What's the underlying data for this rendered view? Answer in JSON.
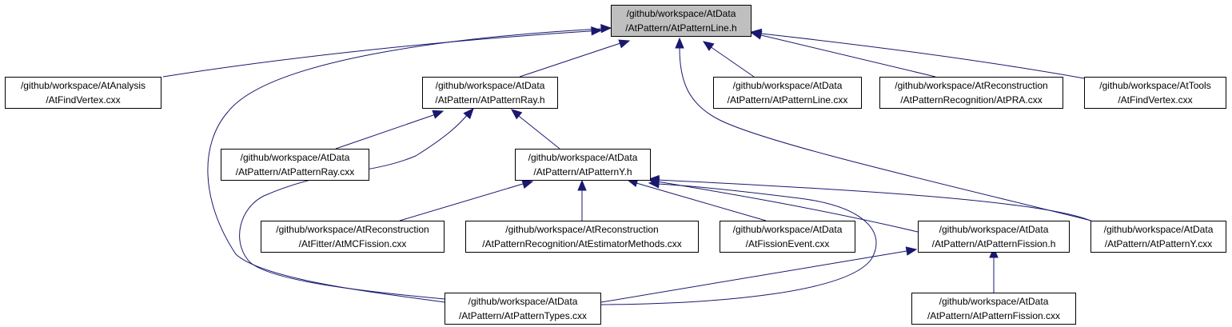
{
  "colors": {
    "edge": "#191970",
    "current_node_fill": "#bfbfbf",
    "node_border": "#000000"
  },
  "nodes": [
    {
      "id": "n0",
      "lines": [
        "/github/workspace/AtData",
        "/AtPattern/AtPatternLine.h"
      ],
      "current": true
    },
    {
      "id": "n1",
      "lines": [
        "/github/workspace/AtAnalysis",
        "/AtFindVertex.cxx"
      ]
    },
    {
      "id": "n2",
      "lines": [
        "/github/workspace/AtData",
        "/AtPattern/AtPatternRay.h"
      ]
    },
    {
      "id": "n3",
      "lines": [
        "/github/workspace/AtData",
        "/AtPattern/AtPatternLine.cxx"
      ]
    },
    {
      "id": "n4",
      "lines": [
        "/github/workspace/AtReconstruction",
        "/AtPatternRecognition/AtPRA.cxx"
      ]
    },
    {
      "id": "n5",
      "lines": [
        "/github/workspace/AtTools",
        "/AtFindVertex.cxx"
      ]
    },
    {
      "id": "n6",
      "lines": [
        "/github/workspace/AtData",
        "/AtPattern/AtPatternRay.cxx"
      ]
    },
    {
      "id": "n7",
      "lines": [
        "/github/workspace/AtData",
        "/AtPattern/AtPatternY.h"
      ]
    },
    {
      "id": "n8",
      "lines": [
        "/github/workspace/AtReconstruction",
        "/AtFitter/AtMCFission.cxx"
      ]
    },
    {
      "id": "n9",
      "lines": [
        "/github/workspace/AtReconstruction",
        "/AtPatternRecognition/AtEstimatorMethods.cxx"
      ]
    },
    {
      "id": "n10",
      "lines": [
        "/github/workspace/AtData",
        "/AtFissionEvent.cxx"
      ]
    },
    {
      "id": "n11",
      "lines": [
        "/github/workspace/AtData",
        "/AtPattern/AtPatternFission.h"
      ]
    },
    {
      "id": "n12",
      "lines": [
        "/github/workspace/AtData",
        "/AtPattern/AtPatternY.cxx"
      ]
    },
    {
      "id": "n13",
      "lines": [
        "/github/workspace/AtData",
        "/AtPattern/AtPatternTypes.cxx"
      ]
    },
    {
      "id": "n14",
      "lines": [
        "/github/workspace/AtData",
        "/AtPattern/AtPatternFission.cxx"
      ]
    }
  ],
  "edges": [
    {
      "from": "n1",
      "to": "n0"
    },
    {
      "from": "n2",
      "to": "n0"
    },
    {
      "from": "n3",
      "to": "n0"
    },
    {
      "from": "n4",
      "to": "n0"
    },
    {
      "from": "n5",
      "to": "n0"
    },
    {
      "from": "n12",
      "to": "n0"
    },
    {
      "from": "n13",
      "to": "n0"
    },
    {
      "from": "n6",
      "to": "n2"
    },
    {
      "from": "n7",
      "to": "n2"
    },
    {
      "from": "n13",
      "to": "n2"
    },
    {
      "from": "n8",
      "to": "n7"
    },
    {
      "from": "n9",
      "to": "n7"
    },
    {
      "from": "n10",
      "to": "n7"
    },
    {
      "from": "n11",
      "to": "n7"
    },
    {
      "from": "n12",
      "to": "n7"
    },
    {
      "from": "n13",
      "to": "n7"
    },
    {
      "from": "n13",
      "to": "n11"
    },
    {
      "from": "n14",
      "to": "n11"
    }
  ]
}
